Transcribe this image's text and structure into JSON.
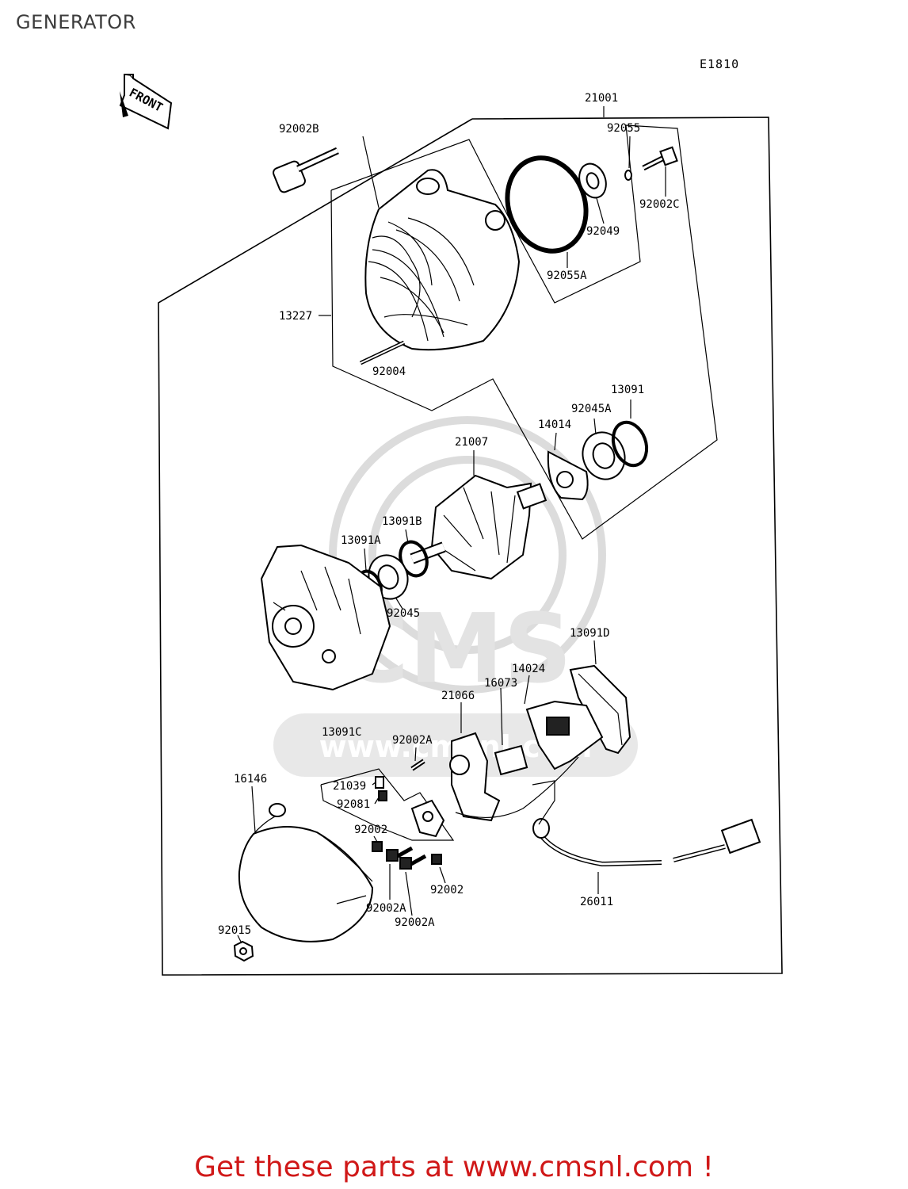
{
  "page": {
    "title": "GENERATOR",
    "diagram_code": "E1810",
    "front_label": "FRONT",
    "footer_text": "Get these parts at www.cmsnl.com !",
    "watermark_text": "CMS",
    "watermark_url": "www.cmsnl.com"
  },
  "parts": [
    {
      "id": "21001",
      "label": "21001"
    },
    {
      "id": "92002B",
      "label": "92002B"
    },
    {
      "id": "92055",
      "label": "92055"
    },
    {
      "id": "92002C",
      "label": "92002C"
    },
    {
      "id": "92049",
      "label": "92049"
    },
    {
      "id": "92055A",
      "label": "92055A"
    },
    {
      "id": "13227",
      "label": "13227"
    },
    {
      "id": "92004",
      "label": "92004"
    },
    {
      "id": "13091",
      "label": "13091"
    },
    {
      "id": "92045A",
      "label": "92045A"
    },
    {
      "id": "14014",
      "label": "14014"
    },
    {
      "id": "21007",
      "label": "21007"
    },
    {
      "id": "13091B",
      "label": "13091B"
    },
    {
      "id": "13091A",
      "label": "13091A"
    },
    {
      "id": "92045",
      "label": "92045"
    },
    {
      "id": "13091D",
      "label": "13091D"
    },
    {
      "id": "14024",
      "label": "14024"
    },
    {
      "id": "16073",
      "label": "16073"
    },
    {
      "id": "21066",
      "label": "21066"
    },
    {
      "id": "13091C",
      "label": "13091C"
    },
    {
      "id": "92002A-top",
      "label": "92002A"
    },
    {
      "id": "16146",
      "label": "16146"
    },
    {
      "id": "21039",
      "label": "21039"
    },
    {
      "id": "92081",
      "label": "92081"
    },
    {
      "id": "92002-left",
      "label": "92002"
    },
    {
      "id": "92002-right",
      "label": "92002"
    },
    {
      "id": "92002A-a",
      "label": "92002A"
    },
    {
      "id": "92002A-b",
      "label": "92002A"
    },
    {
      "id": "26011",
      "label": "26011"
    },
    {
      "id": "92015",
      "label": "92015"
    }
  ]
}
